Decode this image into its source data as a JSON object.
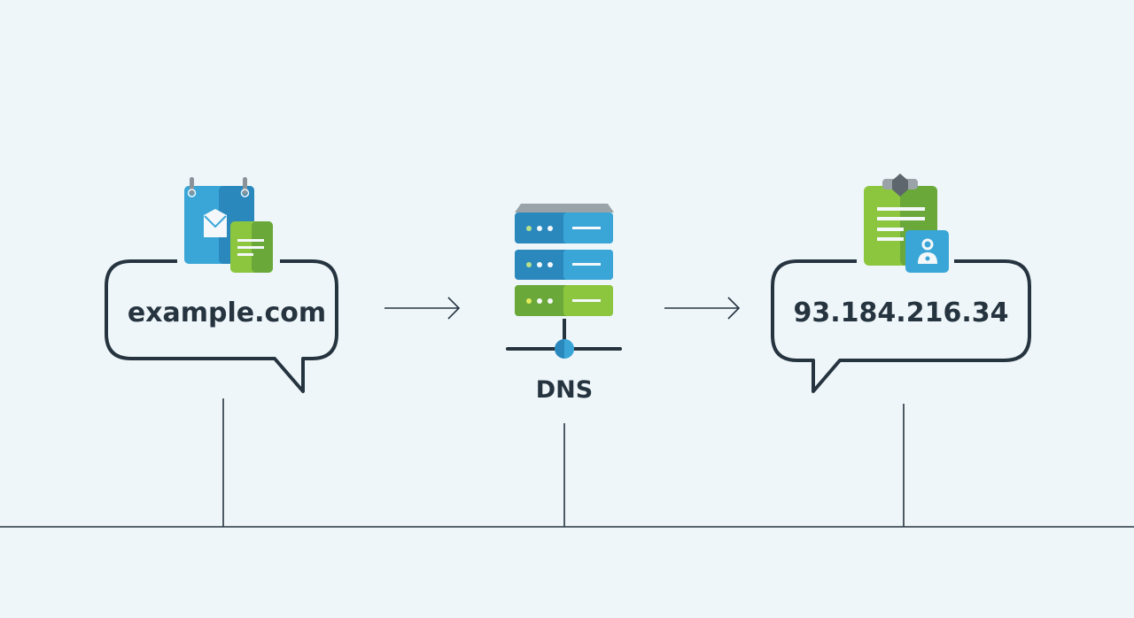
{
  "nodes": {
    "domain": {
      "label": "example.com",
      "icon": "calendar-mail-document-icon"
    },
    "dns": {
      "label": "DNS",
      "icon": "server-stack-icon"
    },
    "ip": {
      "label": "93.184.216.34",
      "icon": "clipboard-user-icon"
    }
  },
  "edges": [
    {
      "from": "domain",
      "to": "dns",
      "type": "arrow"
    },
    {
      "from": "dns",
      "to": "ip",
      "type": "arrow"
    }
  ],
  "colors": {
    "background": "#eef6f9",
    "ink": "#263440",
    "blue": "#3aa6d8",
    "blue_dark": "#2a88bd",
    "green": "#8cc63f",
    "green_dark": "#6aa83a",
    "gray": "#9aa3a8"
  }
}
